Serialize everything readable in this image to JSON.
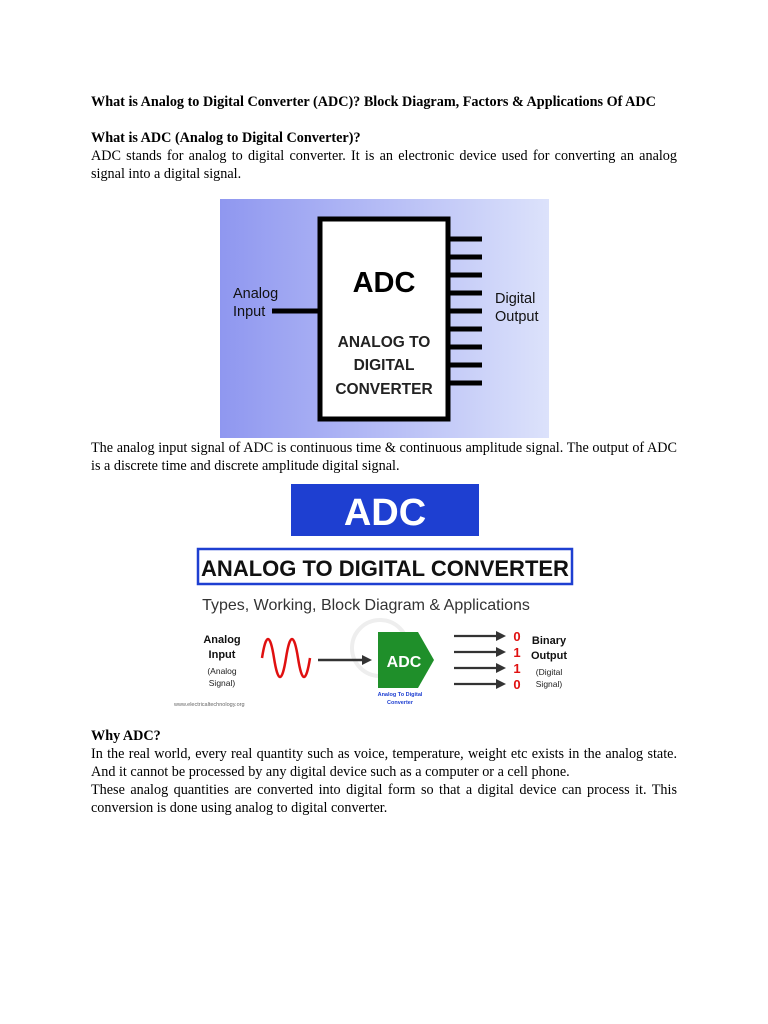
{
  "document": {
    "title": "What is Analog to Digital Converter (ADC)? Block Diagram, Factors & Applications Of ADC",
    "section1_heading": "What is ADC (Analog to Digital Converter)?",
    "section1_text": "ADC stands for analog to digital converter. It is an electronic device used for converting an analog signal into a digital signal.",
    "section1_text_after": "The analog input signal of ADC is continuous time & continuous amplitude signal. The output of ADC is a discrete time and discrete amplitude digital signal.",
    "section2_heading": "Why ADC?",
    "section2_p1": "In the real world, every real quantity such as voice, temperature, weight etc exists in the analog state. And it cannot be processed by any digital device such as a computer or a cell phone.",
    "section2_p2": "These analog quantities are converted into digital form so that a digital device can process it. This conversion is done using analog to digital converter."
  },
  "figure1": {
    "block_title": "ADC",
    "block_subtitle_line1": "ANALOG TO",
    "block_subtitle_line2": "DIGITAL",
    "block_subtitle_line3": "CONVERTER",
    "input_label_line1": "Analog",
    "input_label_line2": "Input",
    "output_label_line1": "Digital",
    "output_label_line2": "Output",
    "colors": {
      "bg_left": "#8f97f0",
      "bg_right": "#dce2fb",
      "block_fill": "#ffffff",
      "stroke": "#000000"
    }
  },
  "figure2": {
    "banner": "ADC",
    "subtitle": "ANALOG TO DIGITAL CONVERTER",
    "tagline": "Types, Working, Block Diagram & Applications",
    "input_label_line1": "Analog",
    "input_label_line2": "Input",
    "input_note_line1": "(Analog",
    "input_note_line2": "Signal)",
    "block_label": "ADC",
    "block_caption_line1": "Analog To Digital",
    "block_caption_line2": "Converter",
    "bits": [
      "0",
      "1",
      "1",
      "0"
    ],
    "output_label_line1": "Binary",
    "output_label_line2": "Output",
    "output_note_line1": "(Digital",
    "output_note_line2": "Signal)",
    "watermark": "www.electricaltechnology.org",
    "colors": {
      "banner": "#1e3fd1",
      "border": "#1e3fd1",
      "green": "#1f8f2a",
      "wave": "#e01010",
      "bits": "#e01010"
    }
  }
}
